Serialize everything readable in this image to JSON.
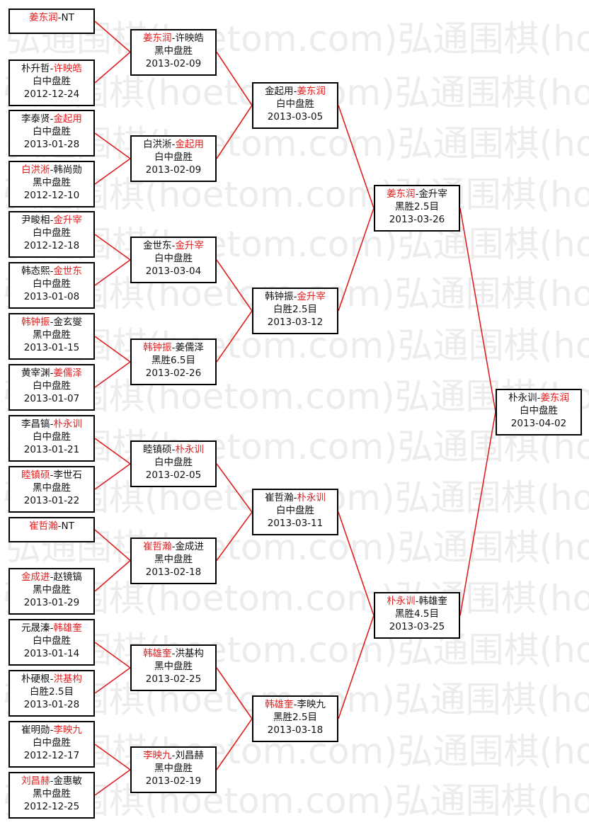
{
  "watermark": "弘通围棋(hoetom.com)",
  "colors": {
    "winner": "#e02020",
    "line": "#e02020",
    "text": "#111111"
  },
  "rounds": [
    {
      "round": 1,
      "matches": [
        {
          "p1": "姜东润",
          "p2": "NT",
          "winner": 1,
          "result": "",
          "date": ""
        },
        {
          "p1": "朴升哲",
          "p2": "许映皓",
          "winner": 2,
          "result": "白中盘胜",
          "date": "2012-12-24"
        },
        {
          "p1": "李泰贤",
          "p2": "金起用",
          "winner": 2,
          "result": "白中盘胜",
          "date": "2013-01-28"
        },
        {
          "p1": "白洪淅",
          "p2": "韩尚勋",
          "winner": 1,
          "result": "黑中盘胜",
          "date": "2012-12-10"
        },
        {
          "p1": "尹畯相",
          "p2": "金升宰",
          "winner": 2,
          "result": "白中盘胜",
          "date": "2012-12-18"
        },
        {
          "p1": "韩态熙",
          "p2": "金世东",
          "winner": 2,
          "result": "白中盘胜",
          "date": "2013-01-08"
        },
        {
          "p1": "韩钟振",
          "p2": "金玄燮",
          "winner": 1,
          "result": "黑中盘胜",
          "date": "2013-01-15"
        },
        {
          "p1": "黄宰渊",
          "p2": "姜儒泽",
          "winner": 2,
          "result": "白中盘胜",
          "date": "2013-01-07"
        },
        {
          "p1": "李昌镐",
          "p2": "朴永训",
          "winner": 2,
          "result": "白中盘胜",
          "date": "2013-01-21"
        },
        {
          "p1": "睦镇硕",
          "p2": "李世石",
          "winner": 1,
          "result": "黑中盘胜",
          "date": "2013-01-22"
        },
        {
          "p1": "崔哲瀚",
          "p2": "NT",
          "winner": 1,
          "result": "",
          "date": ""
        },
        {
          "p1": "金成进",
          "p2": "赵镜镐",
          "winner": 1,
          "result": "黑中盘胜",
          "date": "2013-01-29"
        },
        {
          "p1": "元晟溱",
          "p2": "韩雄奎",
          "winner": 2,
          "result": "白中盘胜",
          "date": "2013-01-14"
        },
        {
          "p1": "朴硬根",
          "p2": "洪基构",
          "winner": 2,
          "result": "白胜2.5目",
          "date": "2013-01-28"
        },
        {
          "p1": "崔明勋",
          "p2": "李映九",
          "winner": 2,
          "result": "白中盘胜",
          "date": "2012-12-17"
        },
        {
          "p1": "刘昌赫",
          "p2": "金惠敏",
          "winner": 1,
          "result": "黑中盘胜",
          "date": "2012-12-25"
        }
      ]
    },
    {
      "round": 2,
      "matches": [
        {
          "p1": "姜东润",
          "p2": "许映皓",
          "winner": 1,
          "result": "黑中盘胜",
          "date": "2013-02-09"
        },
        {
          "p1": "白洪淅",
          "p2": "金起用",
          "winner": 2,
          "result": "白中盘胜",
          "date": "2013-02-09"
        },
        {
          "p1": "金世东",
          "p2": "金升宰",
          "winner": 2,
          "result": "白中盘胜",
          "date": "2013-03-04"
        },
        {
          "p1": "韩钟振",
          "p2": "姜儒泽",
          "winner": 1,
          "result": "黑胜6.5目",
          "date": "2013-02-26"
        },
        {
          "p1": "睦镇硕",
          "p2": "朴永训",
          "winner": 2,
          "result": "白中盘胜",
          "date": "2013-02-05"
        },
        {
          "p1": "崔哲瀚",
          "p2": "金成进",
          "winner": 1,
          "result": "黑中盘胜",
          "date": "2013-02-18"
        },
        {
          "p1": "韩雄奎",
          "p2": "洪基构",
          "winner": 1,
          "result": "黑中盘胜",
          "date": "2013-02-25"
        },
        {
          "p1": "李映九",
          "p2": "刘昌赫",
          "winner": 1,
          "result": "黑中盘胜",
          "date": "2013-02-19"
        }
      ]
    },
    {
      "round": 3,
      "matches": [
        {
          "p1": "金起用",
          "p2": "姜东润",
          "winner": 2,
          "result": "白中盘胜",
          "date": "2013-03-05"
        },
        {
          "p1": "韩钟振",
          "p2": "金升宰",
          "winner": 2,
          "result": "白胜2.5目",
          "date": "2013-03-12"
        },
        {
          "p1": "崔哲瀚",
          "p2": "朴永训",
          "winner": 2,
          "result": "白中盘胜",
          "date": "2013-03-11"
        },
        {
          "p1": "韩雄奎",
          "p2": "李映九",
          "winner": 1,
          "result": "黑胜2.5目",
          "date": "2013-03-18"
        }
      ]
    },
    {
      "round": 4,
      "matches": [
        {
          "p1": "姜东润",
          "p2": "金升宰",
          "winner": 1,
          "result": "黑胜2.5目",
          "date": "2013-03-26"
        },
        {
          "p1": "朴永训",
          "p2": "韩雄奎",
          "winner": 1,
          "result": "黑胜4.5目",
          "date": "2013-03-25"
        }
      ]
    },
    {
      "round": 5,
      "matches": [
        {
          "p1": "朴永训",
          "p2": "姜东润",
          "winner": 2,
          "result": "白中盘胜",
          "date": "2013-04-02"
        }
      ]
    }
  ]
}
